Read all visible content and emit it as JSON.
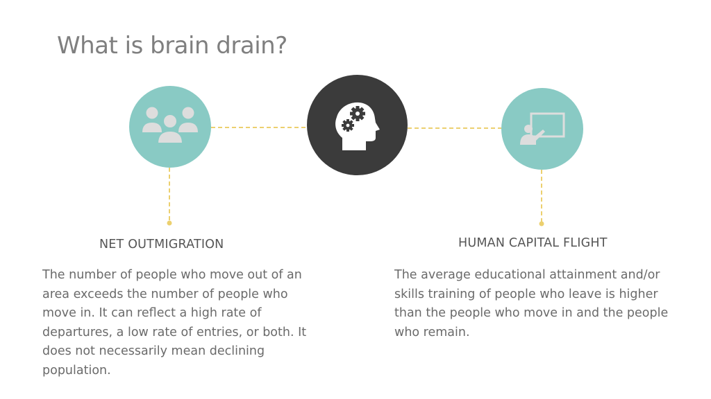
{
  "title": "What is brain drain?",
  "colors": {
    "title": "#7f7f7f",
    "teal": "#89cac4",
    "dark": "#3b3b3b",
    "connector": "#ecd06f",
    "icon_light": "#dddddd",
    "text": "#6a6a6a"
  },
  "icons": {
    "left": "people-group-icon",
    "center": "head-gears-icon",
    "right": "teacher-board-icon"
  },
  "sections": [
    {
      "heading": "NET OUTMIGRATION",
      "lines": [
        "The number of people who move out of an",
        "area exceeds the number of people who",
        "move in. It can reflect a high rate of",
        "departures, a low rate of entries, or both. It",
        "does not necessarily mean declining",
        "population."
      ]
    },
    {
      "heading": "HUMAN CAPITAL FLIGHT",
      "lines": [
        "The average educational attainment and/or",
        "skills training of people who leave is higher",
        "than the people who move in and the people",
        "who remain."
      ]
    }
  ]
}
